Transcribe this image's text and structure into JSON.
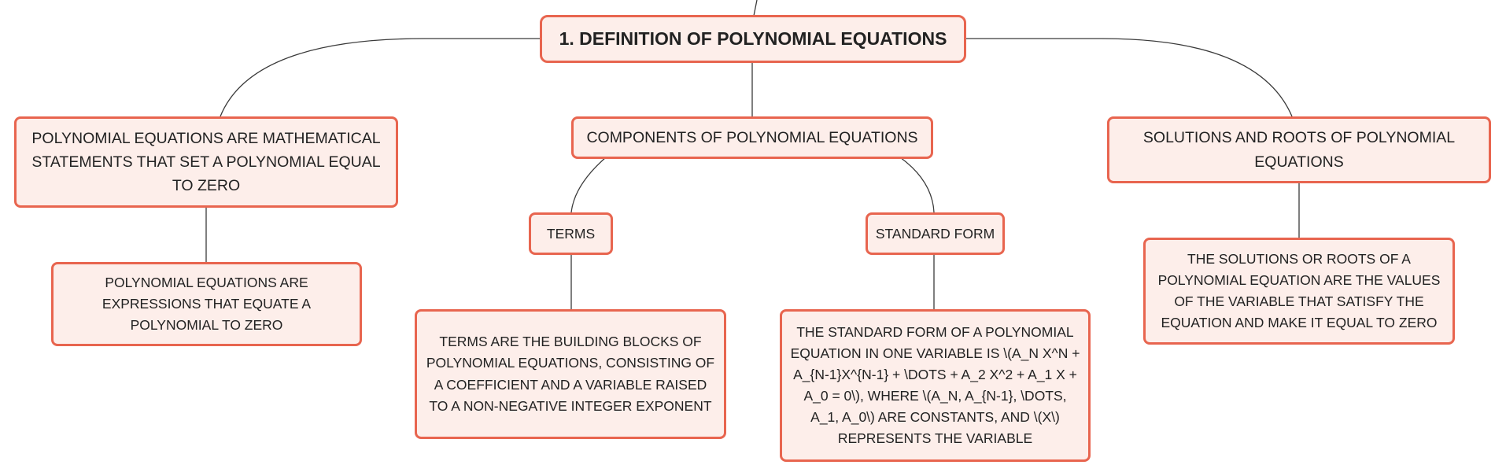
{
  "root": {
    "label": "1. DEFINITION OF POLYNOMIAL EQUATIONS"
  },
  "branches": [
    {
      "label": "POLYNOMIAL EQUATIONS ARE MATHEMATICAL STATEMENTS THAT SET A POLYNOMIAL EQUAL TO ZERO",
      "children": [
        {
          "label": "POLYNOMIAL EQUATIONS ARE EXPRESSIONS THAT EQUATE A POLYNOMIAL TO ZERO"
        }
      ]
    },
    {
      "label": "COMPONENTS OF POLYNOMIAL EQUATIONS",
      "children": [
        {
          "label": "TERMS",
          "children": [
            {
              "label": "TERMS ARE THE BUILDING BLOCKS OF POLYNOMIAL EQUATIONS, CONSISTING OF A COEFFICIENT AND A VARIABLE RAISED TO A NON-NEGATIVE INTEGER EXPONENT"
            }
          ]
        },
        {
          "label": "STANDARD FORM",
          "children": [
            {
              "label": "THE STANDARD FORM OF A POLYNOMIAL EQUATION IN ONE VARIABLE IS \\(A_N X^N + A_{N-1}X^{N-1} + \\DOTS + A_2 X^2 + A_1 X + A_0 = 0\\), WHERE \\(A_N, A_{N-1}, \\DOTS, A_1, A_0\\) ARE CONSTANTS, AND \\(X\\) REPRESENTS THE VARIABLE"
            }
          ]
        }
      ]
    },
    {
      "label": "SOLUTIONS AND ROOTS OF POLYNOMIAL EQUATIONS",
      "children": [
        {
          "label": "THE SOLUTIONS OR ROOTS OF A POLYNOMIAL EQUATION ARE THE VALUES OF THE VARIABLE THAT SATISFY THE EQUATION AND MAKE IT EQUAL TO ZERO"
        }
      ]
    }
  ],
  "colors": {
    "node_fill": "#fdeeea",
    "node_border": "#e8654f",
    "connector": "#3a3a3a"
  }
}
